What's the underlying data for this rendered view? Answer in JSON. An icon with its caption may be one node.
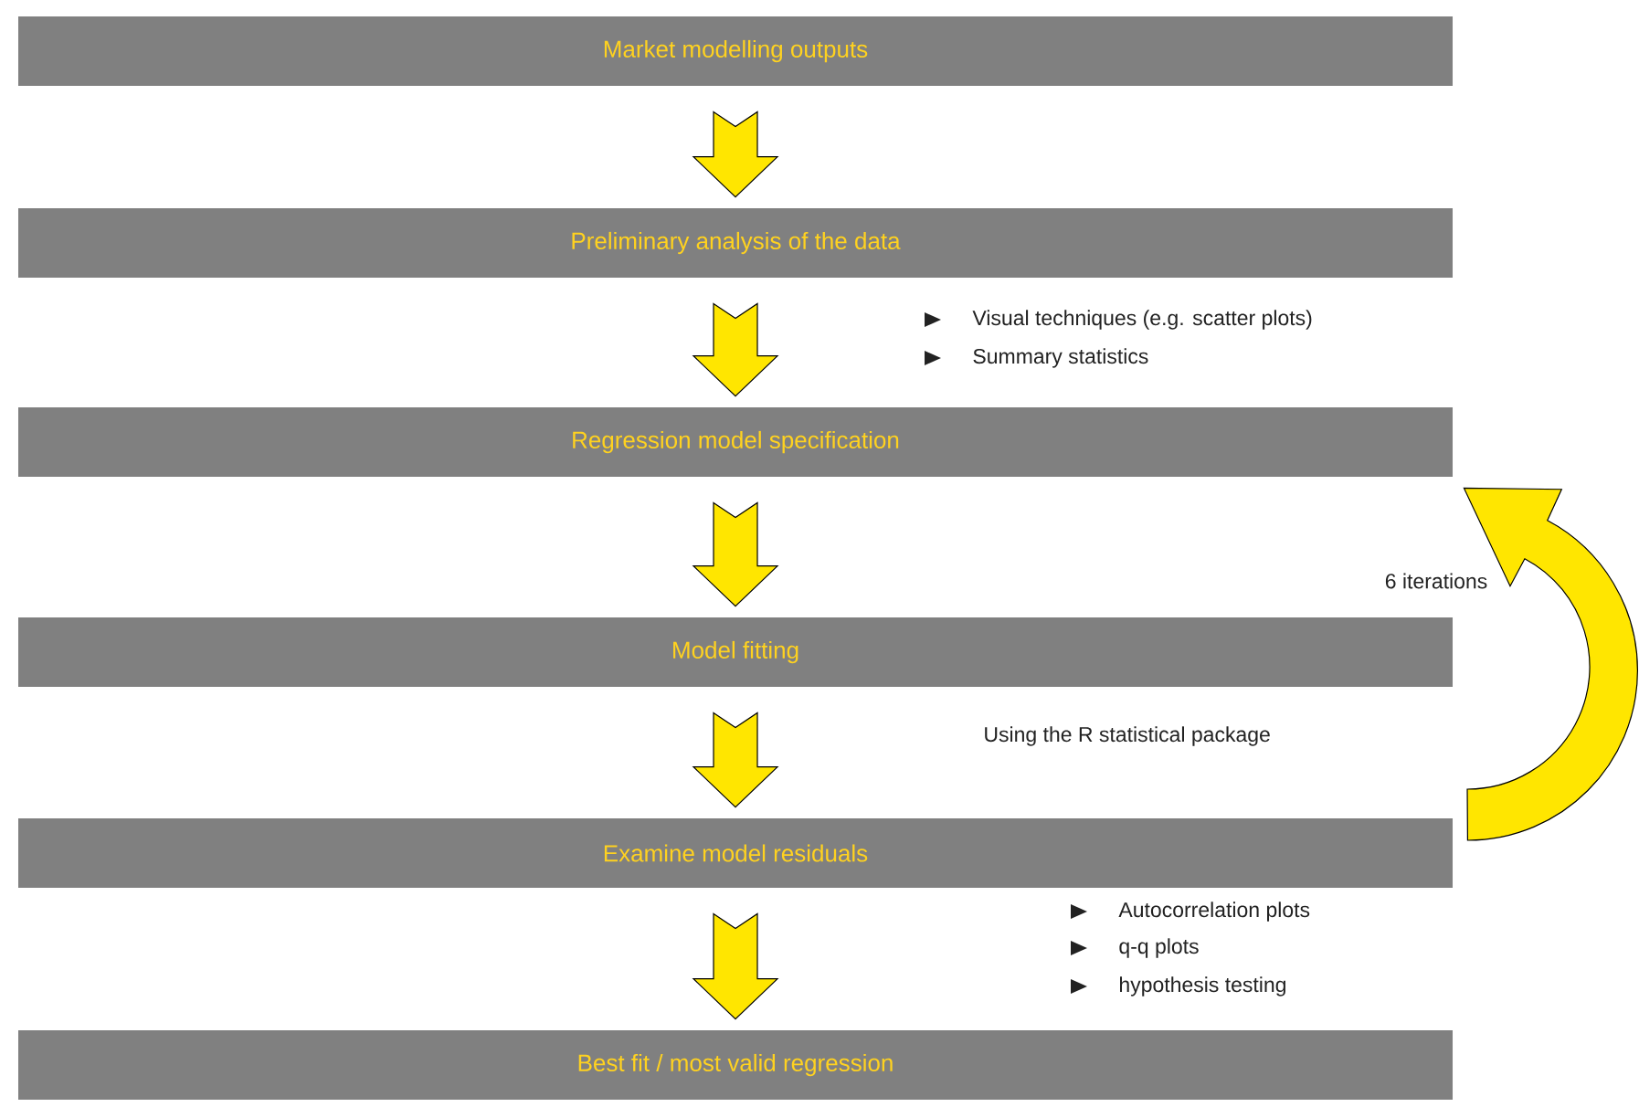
{
  "diagram": {
    "nodes": [
      {
        "text": [
          "Market modelling outputs"
        ]
      },
      {
        "text": [
          "Preliminary analysis of the data"
        ]
      },
      {
        "text": [
          "Regression model specification"
        ]
      },
      {
        "text": [
          "Model fitting"
        ]
      },
      {
        "text": [
          "Examine model residuals"
        ]
      },
      {
        "text": [
          "Best fit / most valid regression"
        ]
      }
    ],
    "edges": [
      {
        "from": 0,
        "to": 1,
        "arrow": "to"
      },
      {
        "from": 1,
        "to": 2,
        "arrow": "to"
      },
      {
        "from": 2,
        "to": 3,
        "arrow": "to"
      },
      {
        "from": 3,
        "to": 4,
        "arrow": "to"
      },
      {
        "from": 4,
        "to": 5,
        "arrow": "to"
      },
      {
        "from": 4,
        "to": 2,
        "arrow": "to",
        "label": "6 iterations"
      }
    ],
    "labels": [
      "Visual techniques (e.g. scatter plots)",
      "Summary statistics",
      "Using the R statistical package",
      "Autocorrelation plots",
      "q-q plots",
      "hypothesis testing"
    ]
  }
}
